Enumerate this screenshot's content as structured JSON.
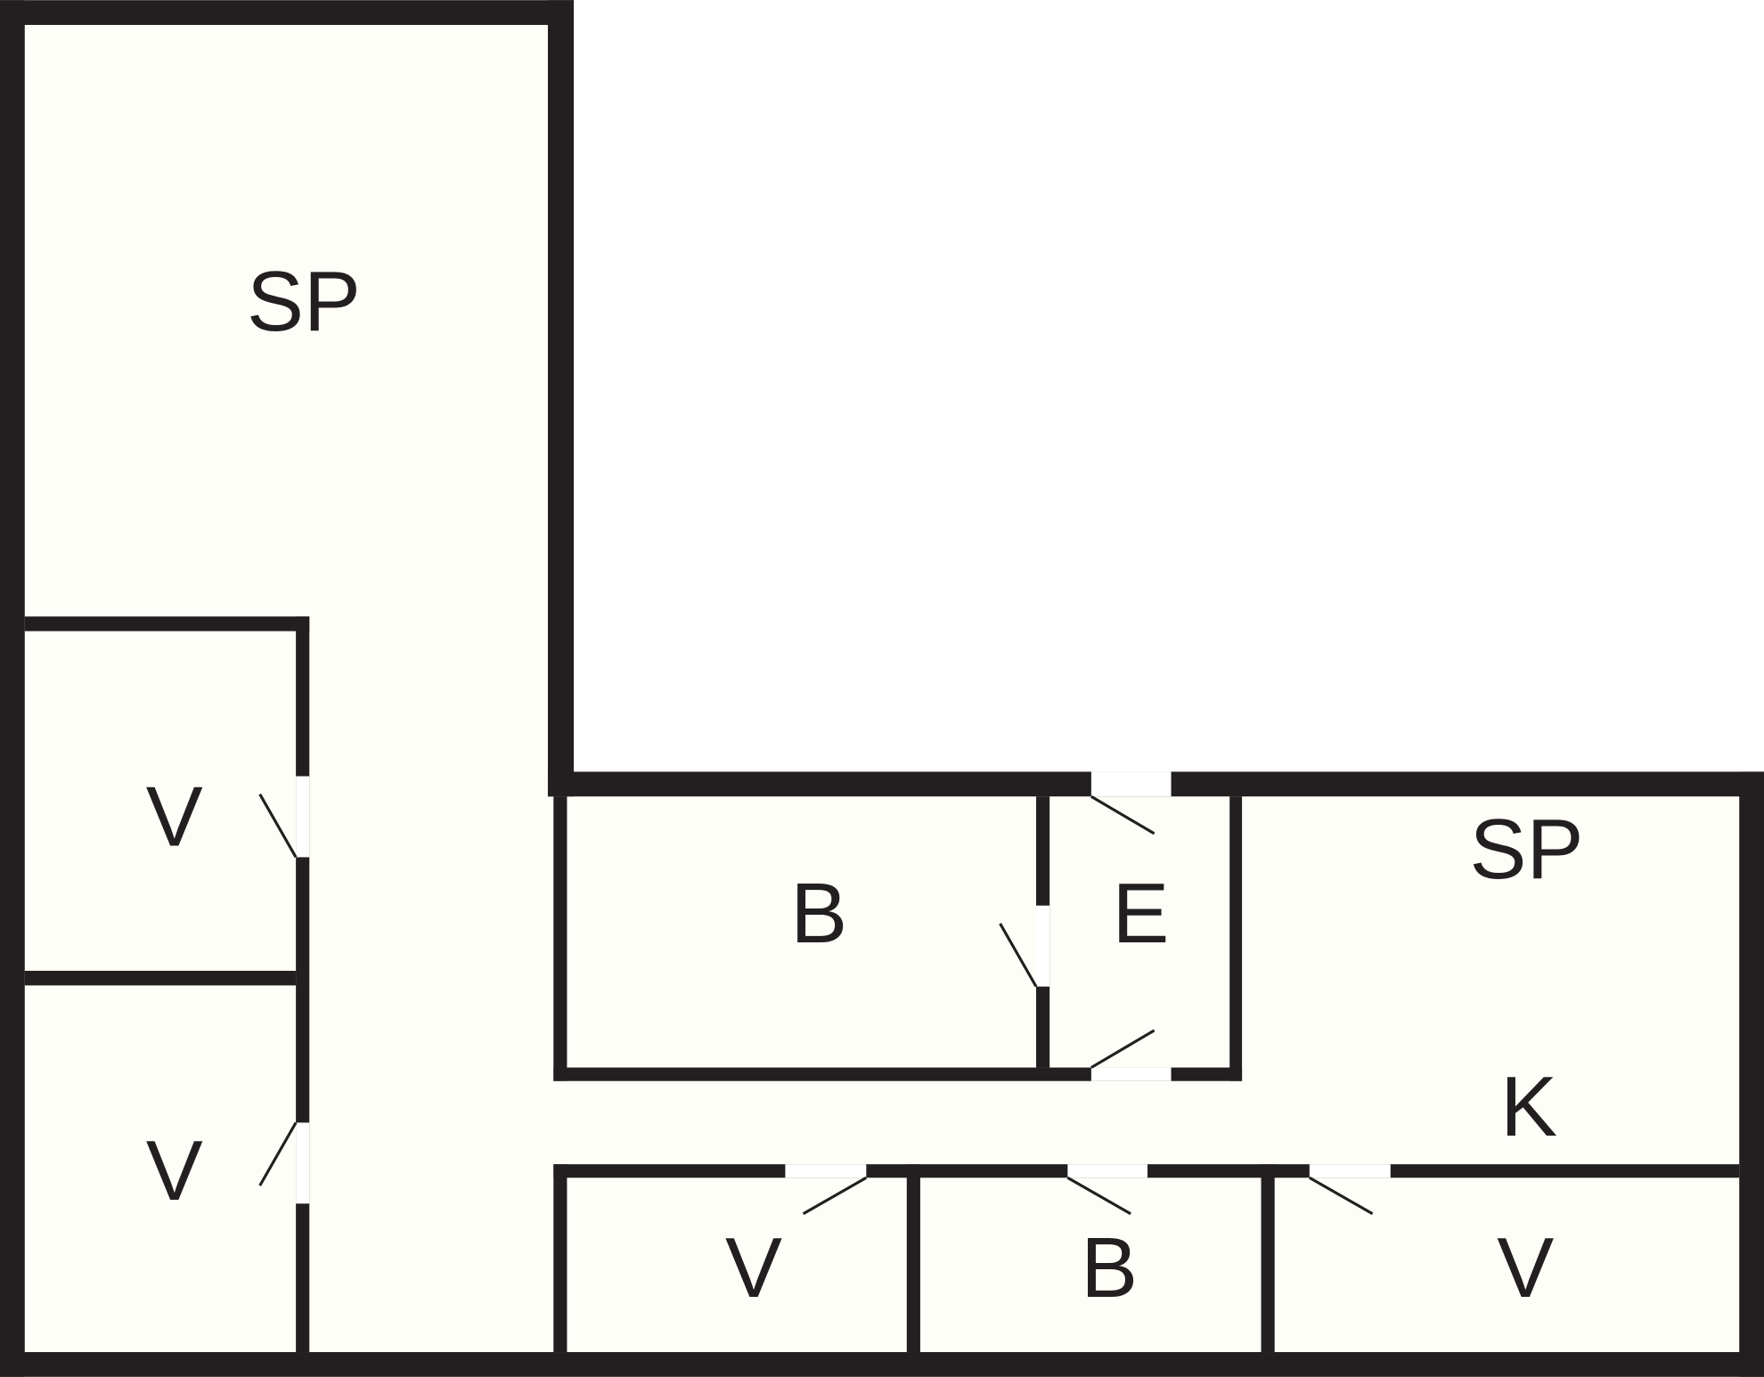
{
  "colors": {
    "wall": "#231f20",
    "floor": "#fdfef7",
    "background": "#ffffff"
  },
  "rooms": [
    {
      "id": "sp-main",
      "label": "SP"
    },
    {
      "id": "v-left-upper",
      "label": "V"
    },
    {
      "id": "v-left-lower",
      "label": "V"
    },
    {
      "id": "b-middle",
      "label": "B"
    },
    {
      "id": "e-middle",
      "label": "E"
    },
    {
      "id": "sp-right",
      "label": "SP"
    },
    {
      "id": "k-right",
      "label": "K"
    },
    {
      "id": "v-bottom-left",
      "label": "V"
    },
    {
      "id": "b-bottom",
      "label": "B"
    },
    {
      "id": "v-bottom-right",
      "label": "V"
    }
  ]
}
